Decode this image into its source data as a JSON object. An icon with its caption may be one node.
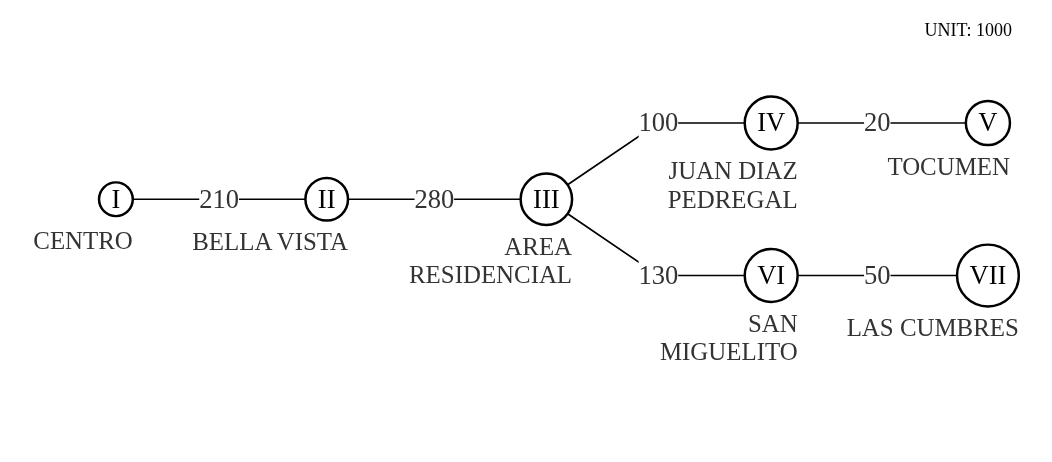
{
  "diagram": {
    "nodes": [
      {
        "text": [
          "I"
        ],
        "beside": [
          "CENTRO"
        ]
      },
      {
        "text": [
          "II"
        ],
        "beside": [
          "BELLA VISTA"
        ]
      },
      {
        "text": [
          "III"
        ],
        "beside": [
          "AREA RESIDENCIAL"
        ]
      },
      {
        "text": [
          "IV"
        ],
        "beside": [
          "JUAN DIAZ PEDREGAL"
        ]
      },
      {
        "text": [
          "V"
        ],
        "beside": [
          "TOCUMEN"
        ]
      },
      {
        "text": [
          "VI"
        ],
        "beside": [
          "SAN MIGUELITO"
        ]
      },
      {
        "text": [
          "VII"
        ],
        "beside": [
          "LAS CUMBRES"
        ]
      }
    ],
    "edges": [
      {
        "from": 0,
        "to": 1,
        "arrow": "none",
        "label": "210"
      },
      {
        "from": 1,
        "to": 2,
        "arrow": "none",
        "label": "280"
      },
      {
        "from": 2,
        "to": 3,
        "arrow": "none",
        "label": "100"
      },
      {
        "from": 3,
        "to": 4,
        "arrow": "none",
        "label": "20"
      },
      {
        "from": 2,
        "to": 5,
        "arrow": "none",
        "label": "130"
      },
      {
        "from": 5,
        "to": 6,
        "arrow": "none",
        "label": "50"
      }
    ],
    "labels": [
      "UNIT: 1000"
    ]
  }
}
